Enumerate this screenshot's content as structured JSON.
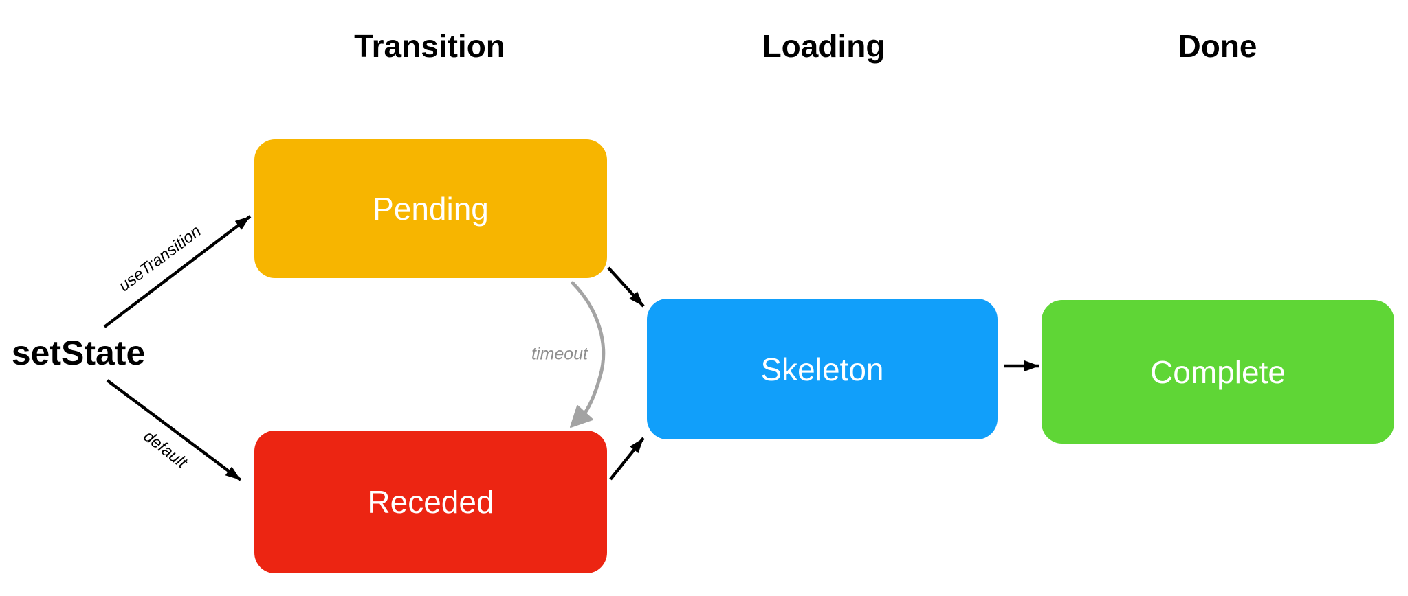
{
  "diagram": {
    "columns": [
      {
        "label": "Transition"
      },
      {
        "label": "Loading"
      },
      {
        "label": "Done"
      }
    ],
    "source": {
      "label": "setState"
    },
    "states": [
      {
        "id": "pending",
        "label": "Pending",
        "color": "#F7B500"
      },
      {
        "id": "receded",
        "label": "Receded",
        "color": "#EC2512"
      },
      {
        "id": "skeleton",
        "label": "Skeleton",
        "color": "#119FFA"
      },
      {
        "id": "complete",
        "label": "Complete",
        "color": "#5FD636"
      }
    ],
    "edges": {
      "use_transition": {
        "label": "useTransition",
        "from": "setState",
        "to": "Pending"
      },
      "default": {
        "label": "default",
        "from": "setState",
        "to": "Receded"
      },
      "timeout": {
        "label": "timeout",
        "from": "Pending",
        "to": "Receded"
      }
    },
    "colors": {
      "background": "#FFFFFF",
      "heading_text": "#000000",
      "state_label_text": "#FFFFFF",
      "arrow": "#000000",
      "timeout_arrow": "#9A9A9A",
      "timeout_label": "#8F8F8F"
    }
  }
}
